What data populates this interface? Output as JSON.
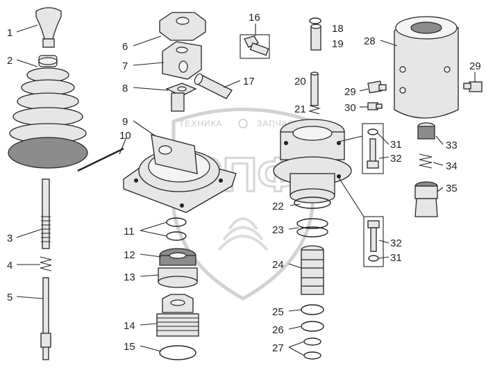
{
  "watermark": {
    "left_text": "ТЕХНИКА",
    "right_text": "ЗАПЧАСТИ",
    "logo_letters": "СПФ"
  },
  "callouts": [
    "1",
    "2",
    "3",
    "4",
    "5",
    "6",
    "7",
    "8",
    "9",
    "10",
    "11",
    "12",
    "13",
    "14",
    "15",
    "16",
    "17",
    "18",
    "19",
    "20",
    "21",
    "22",
    "23",
    "24",
    "25",
    "26",
    "27",
    "28",
    "29",
    "30",
    "31",
    "32",
    "33",
    "34",
    "35"
  ],
  "labels": {
    "n1": "1",
    "n2": "2",
    "n3": "3",
    "n4": "4",
    "n5": "5",
    "n6": "6",
    "n7": "7",
    "n8": "8",
    "n9": "9",
    "n10": "10",
    "n11": "11",
    "n12": "12",
    "n13": "13",
    "n14": "14",
    "n15": "15",
    "n16": "16",
    "n17": "17",
    "n18": "18",
    "n19": "19",
    "n20": "20",
    "n21": "21",
    "n22": "22",
    "n23": "23",
    "n24": "24",
    "n25": "25",
    "n26": "26",
    "n27": "27",
    "n28": "28",
    "n29a": "29",
    "n29b": "29",
    "n30": "30",
    "n31a": "31",
    "n31b": "31",
    "n32a": "32",
    "n32b": "32",
    "n33": "33",
    "n34": "34",
    "n35": "35"
  }
}
